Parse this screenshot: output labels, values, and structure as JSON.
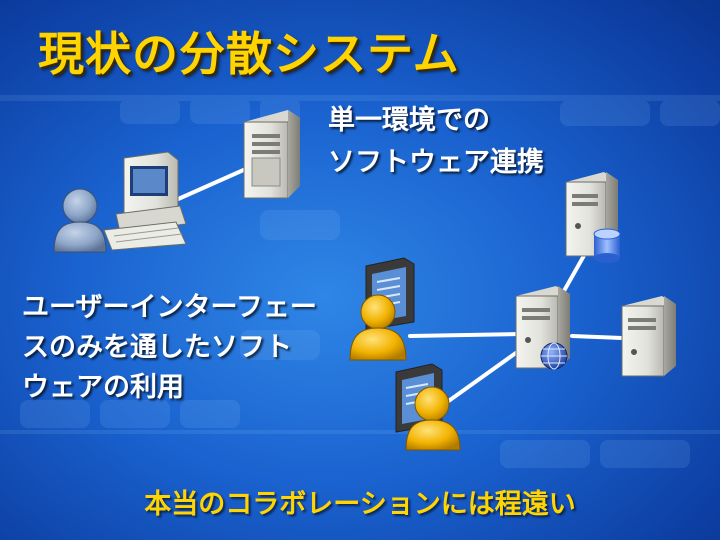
{
  "slide": {
    "title": "現状の分散システム",
    "callout_top": [
      "単一環境での",
      "ソフトウェア連携"
    ],
    "callout_left": [
      "ユーザーインターフェー",
      "スのみを通したソフト",
      "ウェアの利用"
    ],
    "footer": "本当のコラボレーションには程遠い"
  },
  "colors": {
    "title": "#ffd400",
    "text": "#ffffff",
    "background": "#1a62cf",
    "user_gray": "#8ea6c8",
    "user_gold": "#f2b300"
  },
  "icons": [
    "desktop-pc-icon",
    "user-icon",
    "tower-server-icon",
    "database-server-icon",
    "web-server-icon",
    "display-monitor-icon"
  ]
}
